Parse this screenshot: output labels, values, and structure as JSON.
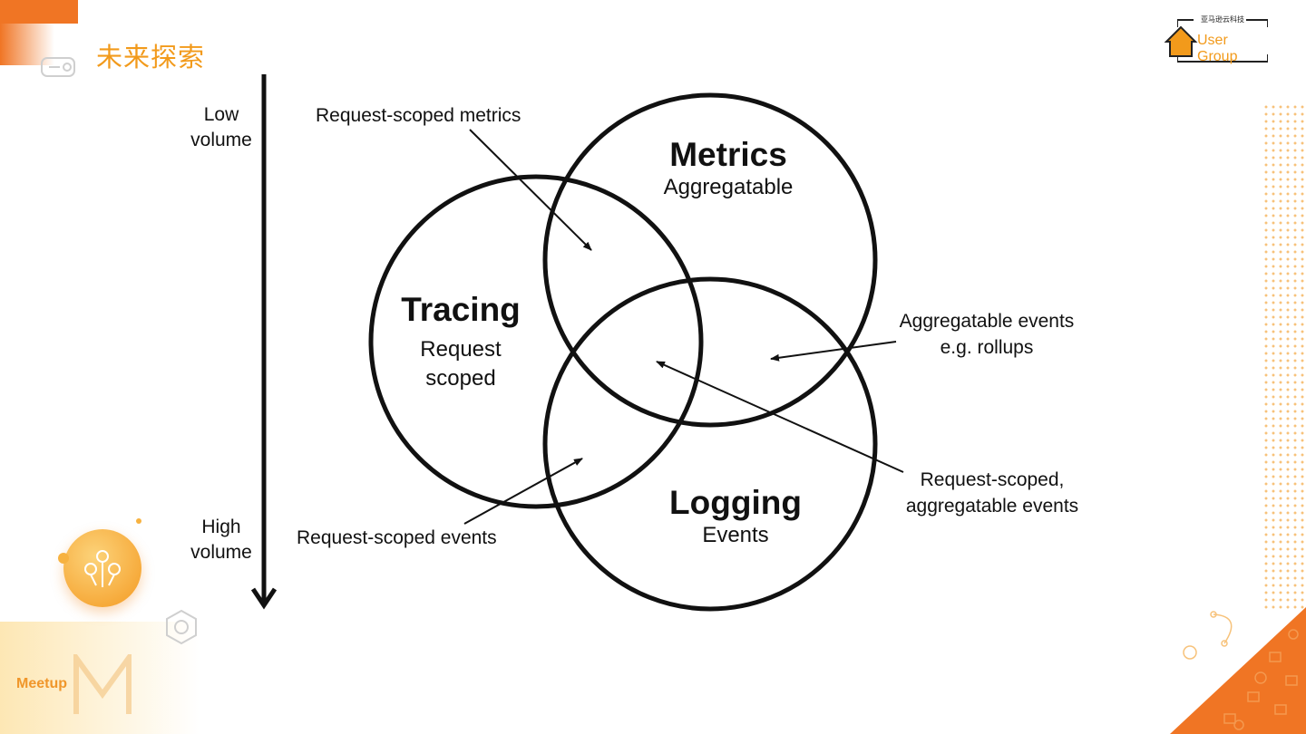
{
  "header": {
    "title": "未来探索"
  },
  "brand": {
    "logo_cn": "亚马逊云科技",
    "logo_en": "User Group",
    "footer": "Meetup"
  },
  "colors": {
    "accent": "#f29a1b",
    "accent_light": "#f7c27a",
    "ink": "#111111"
  },
  "diagram": {
    "axis": {
      "top": "Low\nvolume",
      "bottom": "High\nvolume"
    },
    "circles": [
      {
        "id": "metrics",
        "title": "Metrics",
        "subtitle": "Aggregatable"
      },
      {
        "id": "tracing",
        "title": "Tracing",
        "subtitle": "Request\nscoped"
      },
      {
        "id": "logging",
        "title": "Logging",
        "subtitle": "Events"
      }
    ],
    "callouts": {
      "request_scoped_metrics": "Request-scoped metrics",
      "aggregatable_events": "Aggregatable events\ne.g. rollups",
      "request_scoped_aggregatable_events": "Request-scoped,\naggregatable events",
      "request_scoped_events": "Request-scoped events"
    }
  }
}
